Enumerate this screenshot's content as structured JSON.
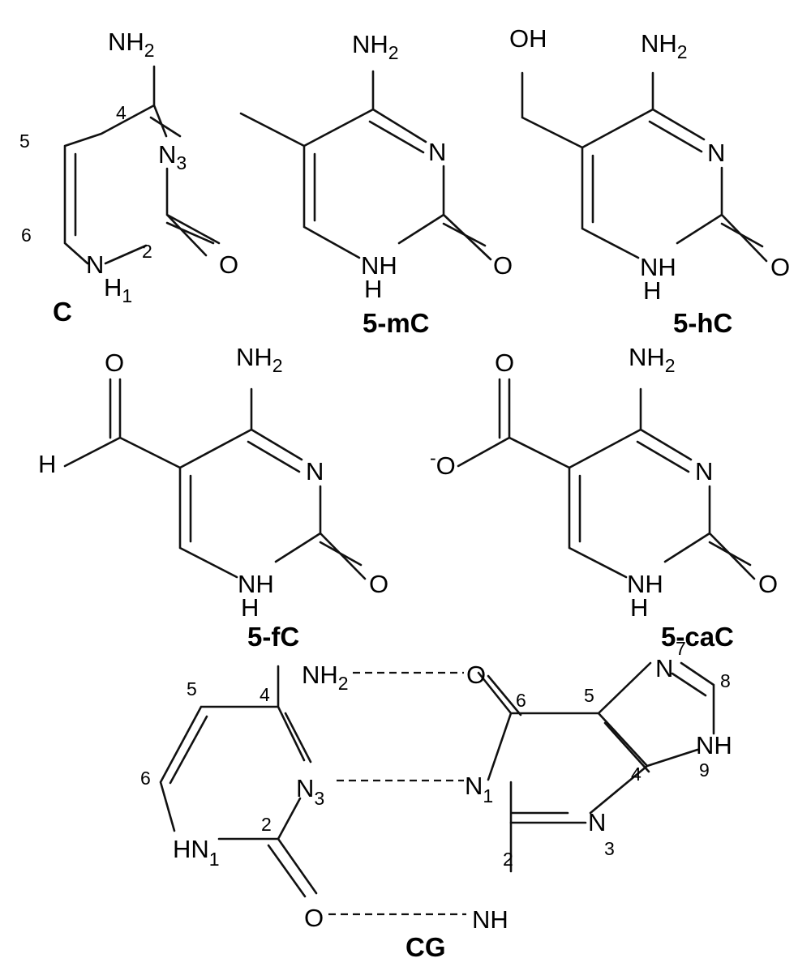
{
  "atoms": {
    "N": "N",
    "NH2": "NH",
    "NH": "NH",
    "HN": "HN",
    "H": "H",
    "O": "O",
    "OH": "OH",
    "O_minus": "O",
    "subscript_2": "2",
    "charge_minus": "-"
  },
  "molecules": {
    "c": {
      "name": "C",
      "positions": {
        "n1_sub": "1",
        "p2": "2",
        "n3_sub": "3",
        "p4": "4",
        "p5": "5",
        "p6": "6"
      }
    },
    "mc": {
      "name": "5-mC"
    },
    "hc": {
      "name": "5-hC"
    },
    "fc": {
      "name": "5-fC"
    },
    "cac": {
      "name": "5-caC"
    },
    "cg": {
      "name": "CG",
      "cytosine_positions": {
        "n1_sub": "1",
        "p2": "2",
        "n3_sub": "3",
        "p4": "4",
        "p5": "5",
        "p6": "6"
      },
      "guanine_positions": {
        "n1_sub": "1",
        "p2": "2",
        "p3": "3",
        "p4": "4",
        "p5": "5",
        "p6": "6",
        "p7": "7",
        "p8": "8",
        "p9": "9"
      }
    }
  }
}
